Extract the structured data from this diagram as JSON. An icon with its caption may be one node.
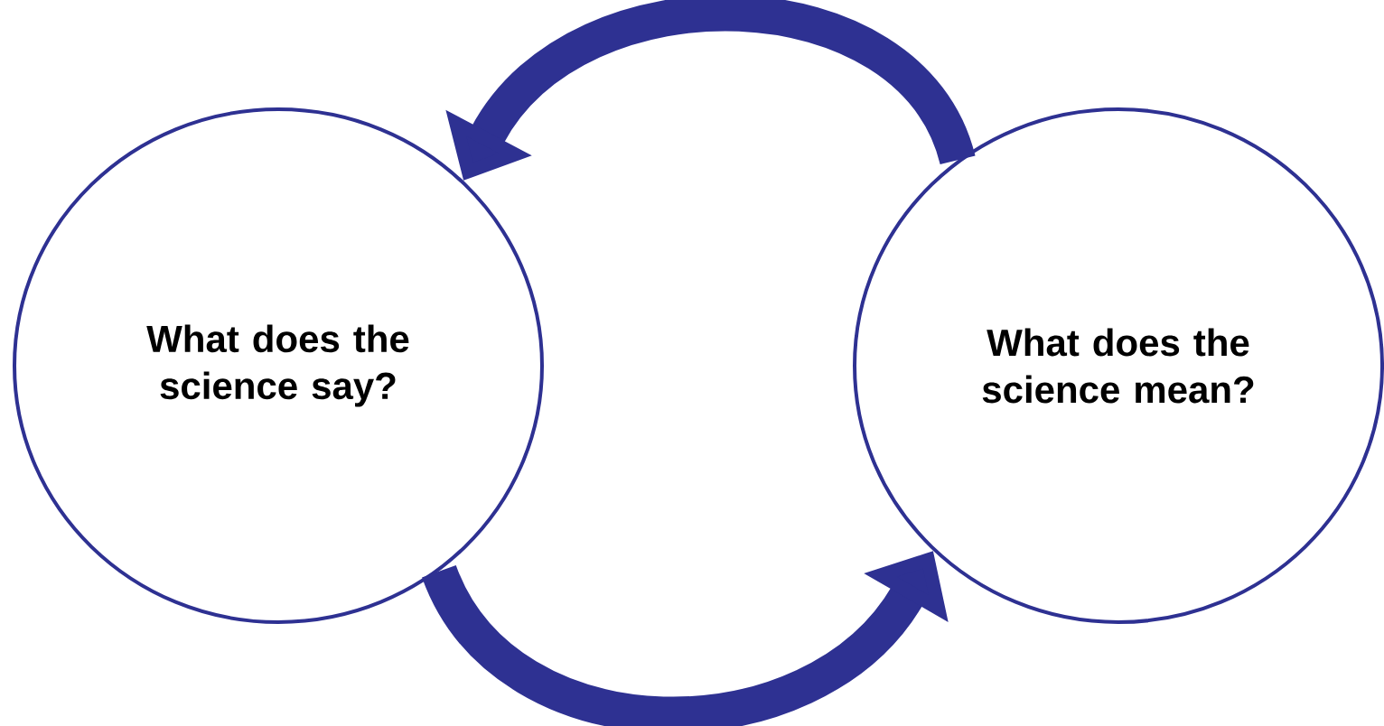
{
  "diagram": {
    "nodes": [
      {
        "text": [
          "What does the science say?"
        ]
      },
      {
        "text": [
          "What does the science mean?"
        ]
      }
    ],
    "edges": [
      {
        "from": 1,
        "to": 0,
        "arrow": "to"
      },
      {
        "from": 0,
        "to": 1,
        "arrow": "to"
      }
    ]
  }
}
